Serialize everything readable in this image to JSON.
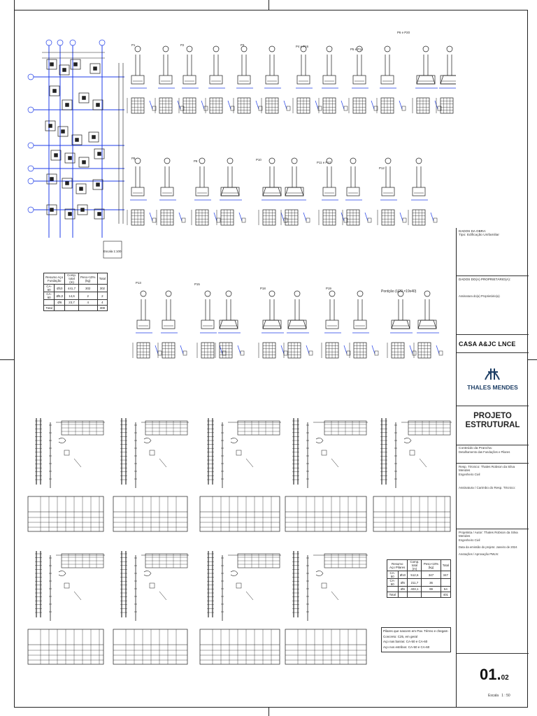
{
  "titleblock": {
    "dados_obra_title": "DADOS DA OBRA:",
    "dados_obra_tipo": "Tipo: Edificação Unifamiliar",
    "dados_proprietario_title": "DADOS DO(A) PROPRIETÁRIO(A):",
    "assinatura_proprietario": "Assinatura do(a) Proprietário(a)",
    "project_name": "CASA A&JC LNCE",
    "logo_name": "THALES MENDES",
    "projeto_line1": "PROJETO",
    "projeto_line2": "ESTRUTURAL",
    "conteudo_label": "Conteúdo da Prancha:",
    "conteudo_value": "Detalhamento das Fundações e Pilares",
    "resp_tecnico": "Resp. Técnico: Thales Robson da Silva Mendes",
    "resp_engenheiro": "Engenheiro Civil",
    "assinatura_resp": "Assinatura / Carimbo do Resp. Técnico:",
    "projetista": "Projetista / Autor: Thales Robson da Silva Mendes",
    "projetista_engenheiro": "Engenheiro Civil",
    "data_emissao": "Data da emissão do projeto: Janeiro de 2024",
    "anotacoes": "Anotações / Aprovação PMLN:",
    "sheet_number": "01.",
    "sheet_total": "02",
    "scale_label": "Escala",
    "scale_value": "1 : 50"
  },
  "drawing": {
    "pillar_labels": [
      "P1",
      "P2",
      "P3",
      "P4 e P16",
      "P5 e P14",
      "P6 e P20",
      "P7",
      "P8",
      "P9",
      "P10",
      "P11 e P17",
      "P12",
      "P13",
      "P15",
      "P18",
      "P19"
    ],
    "detail_label": "Pordção (U20 ×19x40)",
    "plan_caption": "Escala 1:100"
  },
  "summary_table_1": {
    "title": "Resumo Aço Fundação",
    "col_headers": [
      "Comp. total (m)",
      "Peso+10% (kg)",
      "Total"
    ],
    "rows": [
      [
        "CA-50",
        "Ø10",
        "441,7",
        "302",
        "302"
      ],
      [
        "CA-60",
        "Ø5,0",
        "14,6",
        "2",
        "2"
      ],
      [
        "",
        "Ø6",
        "23,7",
        "4",
        "4"
      ],
      [
        "Total",
        "",
        "",
        "",
        "308"
      ]
    ]
  },
  "summary_table_2": {
    "title": "Resumo Aço Pilares",
    "col_headers": [
      "Comp. total (m)",
      "Peso+10% (kg)",
      "Total"
    ],
    "rows": [
      [
        "CA-50",
        "Ø10",
        "512,6",
        "347",
        "347"
      ],
      [
        "CA-60",
        "Ø5",
        "211,7",
        "36",
        ""
      ],
      [
        "",
        "Ø6",
        "403,1",
        "99",
        "54"
      ],
      [
        "Total",
        "",
        "",
        "",
        "401"
      ]
    ]
  },
  "notes": {
    "line1": "Pilares que nascem em Pav. Térreo e chegam em Cobertura",
    "line2": "Concreto: C25, em geral",
    "line3": "Aço nas barras: CA-50 e CA-60",
    "line4": "Aço nos estribos: CA-50 e CA-60"
  },
  "colors": {
    "blue_grid": "#1f3de8",
    "line": "#1a1a1a",
    "logo_blue": "#1e3f66"
  }
}
